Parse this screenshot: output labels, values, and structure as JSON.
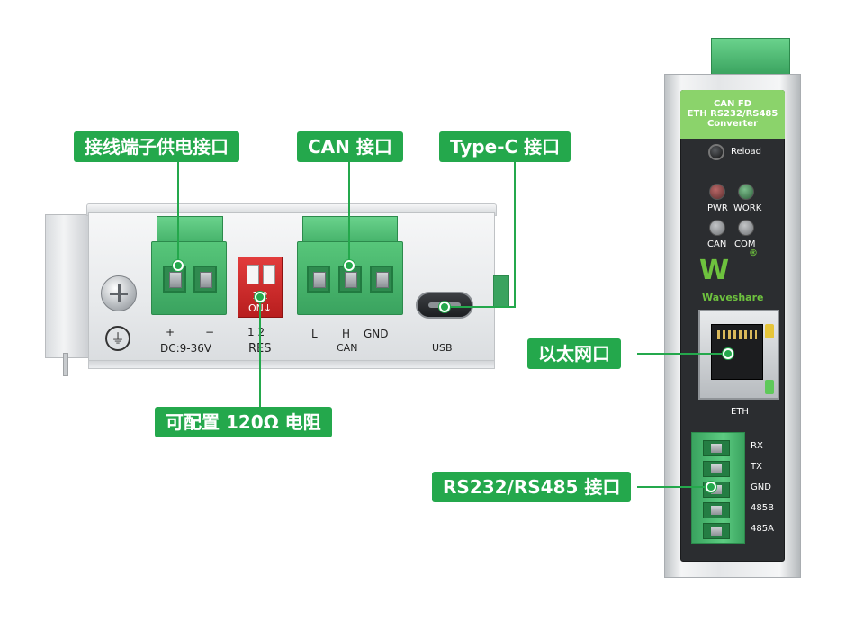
{
  "callouts": {
    "power_terminal": "接线端子供电接口",
    "can_port": "CAN 接口",
    "typec_port": "Type-C 接口",
    "resistor": "可配置 120Ω 电阻",
    "ethernet": "以太网口",
    "serial": "RS232/RS485 接口"
  },
  "front_panel": {
    "power_plus": "+",
    "power_minus": "−",
    "power_range": "DC:9-36V",
    "dip_top": "1 2",
    "dip_on": "ON↓",
    "dip_nums": "1  2",
    "dip_label": "RES",
    "can_l": "L",
    "can_h": "H",
    "can_gnd": "GND",
    "can_label": "CAN",
    "usb_label": "USB",
    "ground_symbol": "⏚"
  },
  "side_device": {
    "label_line1": "CAN FD",
    "label_line2": "ETH RS232/RS485",
    "label_line3": "Converter",
    "reload": "Reload",
    "led_pwr": "PWR",
    "led_work": "WORK",
    "led_can": "CAN",
    "led_com": "COM",
    "brand": "Waveshare",
    "logo_mark": "W",
    "logo_reg": "®",
    "eth_label": "ETH",
    "pins": [
      "RX",
      "TX",
      "GND",
      "485B",
      "485A"
    ]
  },
  "colors": {
    "accent_green": "#24a84c",
    "terminal_green": "#3aa35f",
    "dip_red": "#c82828"
  }
}
